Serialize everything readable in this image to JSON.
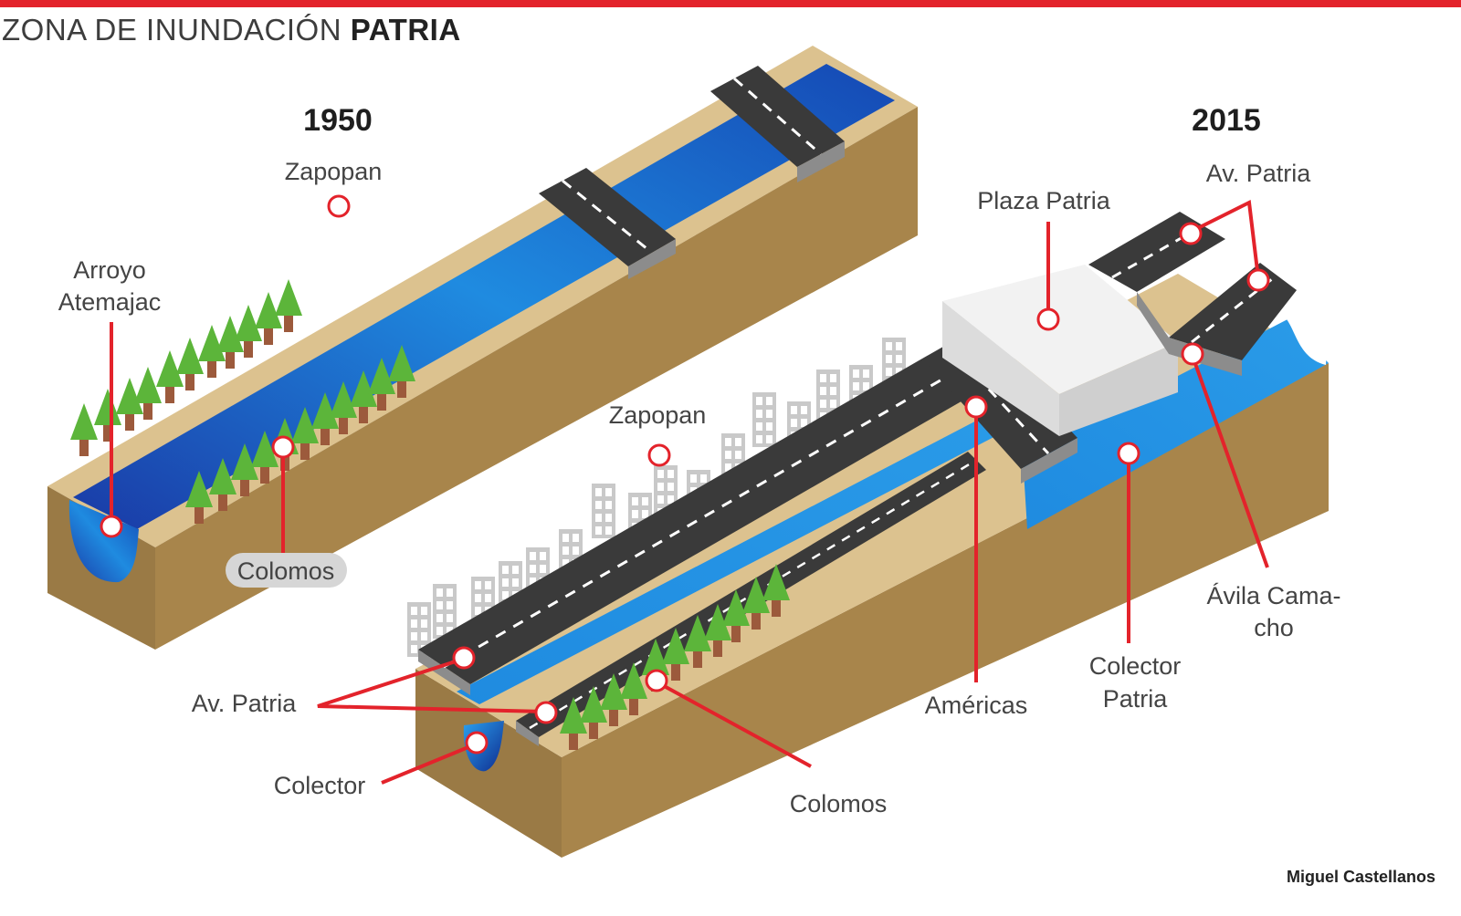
{
  "header": {
    "title_prefix": "ZONA DE INUNDACIÓN",
    "title_emphasis": "PATRIA"
  },
  "panel_1950": {
    "year": "1950",
    "labels": {
      "zapopan": "Zapopan",
      "arroyo_line1": "Arroyo",
      "arroyo_line2": "Atemajac",
      "colomos": "Colomos"
    }
  },
  "panel_2015": {
    "year": "2015",
    "labels": {
      "zapopan": "Zapopan",
      "plaza_patria": "Plaza Patria",
      "av_patria_top": "Av. Patria",
      "av_patria_left": "Av. Patria",
      "colector": "Colector",
      "colomos": "Colomos",
      "americas": "Américas",
      "colector_patria_line1": "Colector",
      "colector_patria_line2": "Patria",
      "avila_line1": "Ávila Cama-",
      "avila_line2": "cho"
    }
  },
  "credit": "Miguel Castellanos",
  "colors": {
    "accent": "#e3232b",
    "earth": "#a8854b",
    "earth_top": "#dcc28f",
    "water": "#1a7fd8",
    "asphalt": "#3a3a3a",
    "tree": "#5cb53a",
    "building": "#c8c8c8"
  }
}
